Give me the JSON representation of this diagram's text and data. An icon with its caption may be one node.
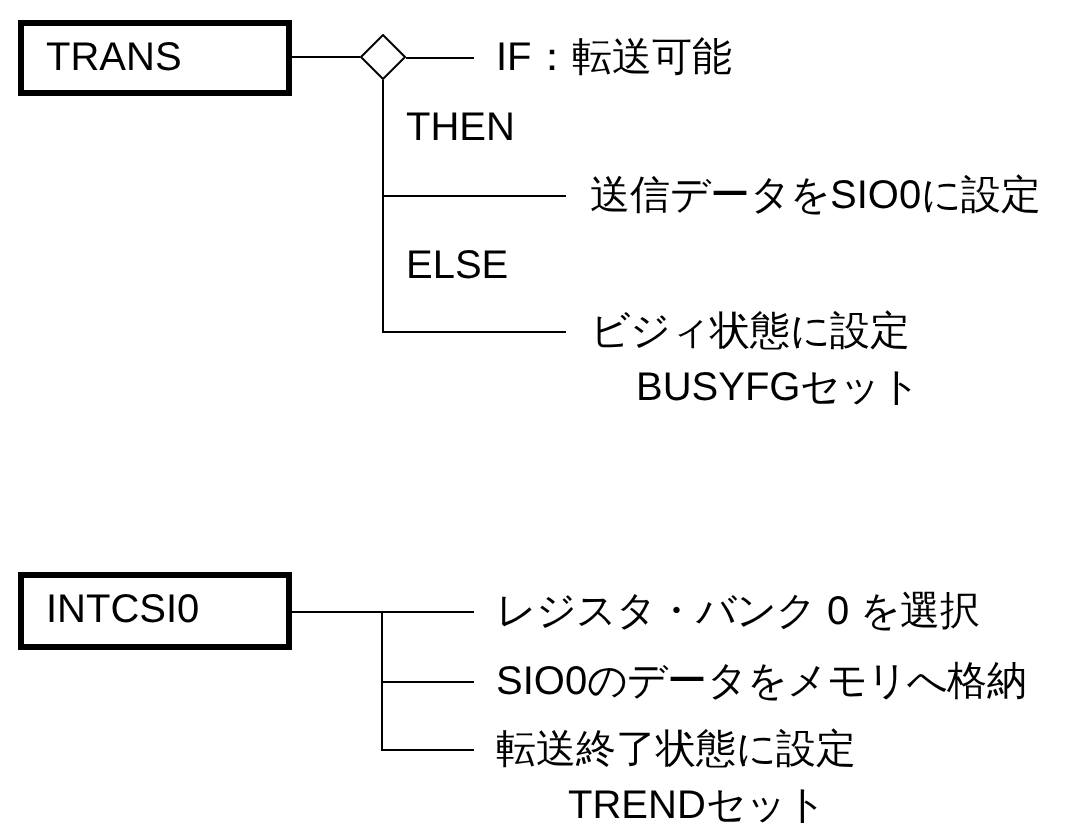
{
  "diagram": {
    "nodes": [
      {
        "text": [
          "TRANS"
        ]
      },
      {
        "text": [],
        "shape": "diamond"
      },
      {
        "text": [
          "IF：転送可能"
        ]
      },
      {
        "text": [
          "送信データをSIO0に設定"
        ]
      },
      {
        "text": [
          "ビジィ状態に設定",
          "BUSYFGセット"
        ]
      },
      {
        "text": [
          "INTCSI0"
        ]
      },
      {
        "text": [
          "レジスタ・バンク 0 を選択"
        ]
      },
      {
        "text": [
          "SIO0のデータをメモリへ格納"
        ]
      },
      {
        "text": [
          "転送終了状態に設定",
          "TRENDセット"
        ]
      }
    ],
    "edges": [
      {
        "from": 0,
        "to": 1,
        "arrow": "none"
      },
      {
        "from": 1,
        "to": 2,
        "arrow": "none"
      },
      {
        "from": 1,
        "to": 3,
        "arrow": "none"
      },
      {
        "from": 1,
        "to": 4,
        "arrow": "none"
      },
      {
        "from": 5,
        "to": 6,
        "arrow": "none"
      },
      {
        "from": 5,
        "to": 7,
        "arrow": "none"
      },
      {
        "from": 5,
        "to": 8,
        "arrow": "none"
      }
    ],
    "labels": [
      "THEN",
      "ELSE"
    ]
  }
}
